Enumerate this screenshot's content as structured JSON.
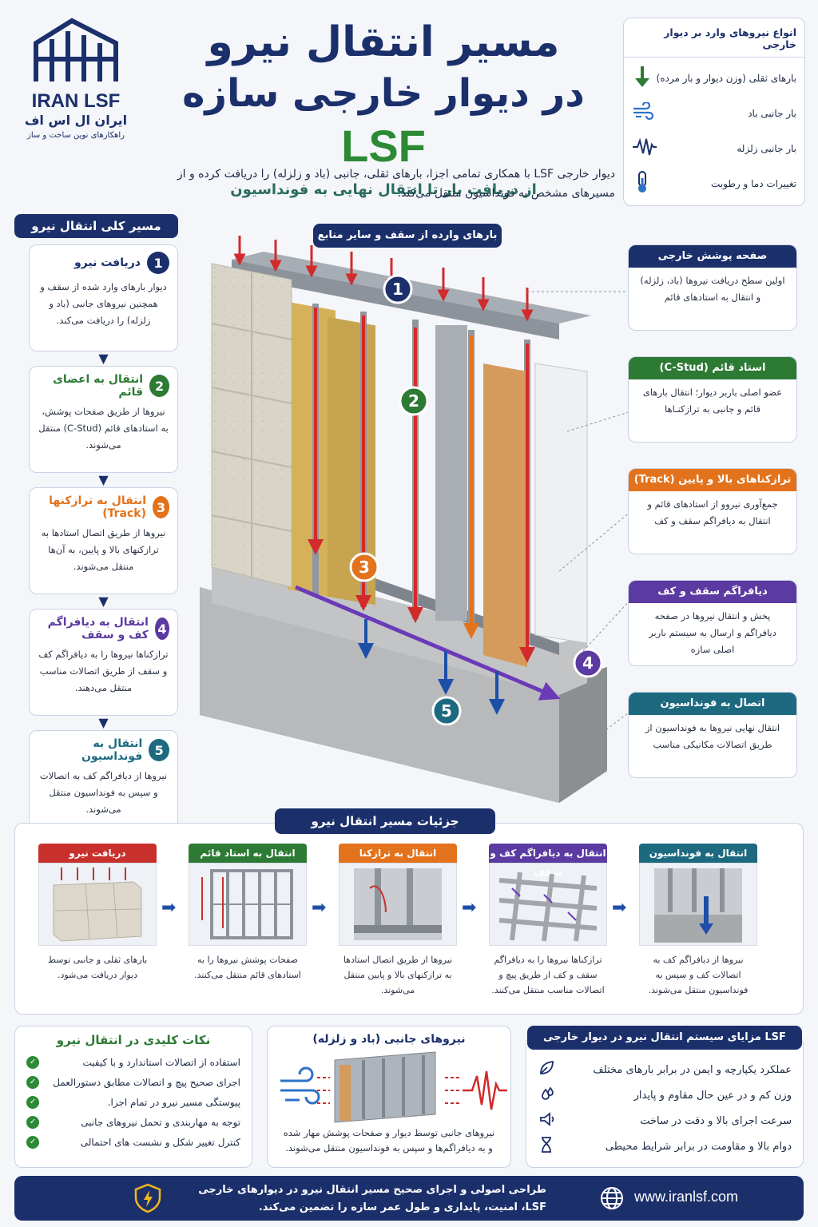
{
  "brand": {
    "name_en": "IRAN LSF",
    "name_fa": "ایران ال اس اف",
    "tagline": "راهکارهای نوین ساخت و ساز"
  },
  "header": {
    "title_line1": "مسیر انتقال نیرو",
    "title_line2": "در دیوار خارجی سازه",
    "title_lsf": "LSF",
    "subtitle": "از دریافت بار تا انتقال نهایی به فونداسیون",
    "intro": "دیوار خارجی LSF با همکاری تمامی اجزا، بارهای ثقلی، جانبی (باد و زلزله) را دریافت کرده و از مسیرهای مشخص به فونداسیون منتقل می‌کند."
  },
  "forces": {
    "title": "انواع نیروهای وارد بر دیوار خارجی",
    "items": [
      {
        "label": "بارهای ثقلی (وزن دیوار و بار مرده)",
        "icon": "down-arrow-icon"
      },
      {
        "label": "بار جانبی باد",
        "icon": "wind-icon"
      },
      {
        "label": "بار جانبی زلزله",
        "icon": "seismic-icon"
      },
      {
        "label": "تغییرات دما و رطوبت",
        "icon": "thermometer-icon"
      }
    ]
  },
  "path": {
    "title": "مسیر کلی انتقال نیرو",
    "steps": [
      {
        "n": "1",
        "title": "دریافت نیرو",
        "text": "دیوار بارهای وارد شده از سقف و همچنین نیروهای جانبی (باد و زلزله) را دریافت می‌کند.",
        "color": "#1b2f6b"
      },
      {
        "n": "2",
        "title": "انتقال به اعضای قائم",
        "text": "نیروها از طریق صفحات پوشش، به استادهای قائم (C-Stud) منتقل می‌شوند.",
        "color": "#2c7a34"
      },
      {
        "n": "3",
        "title": "انتقال به ترازکنها (Track)",
        "text": "نیروها از طریق اتصال استادها به ترازکنهای بالا و پایین، به آن‌ها منتقل می‌شوند.",
        "color": "#e2731c"
      },
      {
        "n": "4",
        "title": "انتقال به دیافراگم کف و سقف",
        "text": "ترازکناها نیروها را به دیافراگم کف و سقف از طریق اتصالات مناسب منتقل می‌دهند.",
        "color": "#5b3aa1"
      },
      {
        "n": "5",
        "title": "انتقال به فونداسیون",
        "text": "نیروها از دیافراگم کف به اتصالات و سپس به فونداسیون منتقل می‌شوند.",
        "color": "#1d6a80"
      }
    ]
  },
  "diagram": {
    "loads_label": "بارهای وارده از سقف و سایر منابع",
    "markers": [
      "1",
      "2",
      "3",
      "4",
      "5"
    ]
  },
  "components": [
    {
      "title": "صفحه پوشش خارجی",
      "text": "اولین سطح دریافت نیروها (باد، زلزله) و انتقال به استادهای قائم",
      "color": "#1b2f6b"
    },
    {
      "title": "استاد قائم (C-Stud)",
      "text": "عضو اصلی باربر دیوار؛ انتقال بارهای قائم و جانبی به ترازکنـاها",
      "color": "#2c7a34"
    },
    {
      "title": "ترازکناهای بالا و پایین (Track)",
      "text": "جمع‌آوری نیروو از استادهای قائم و انتقال به دیافراگم سقف و کف",
      "color": "#e2731c"
    },
    {
      "title": "دیافراگم سقف و کف",
      "text": "پخش و انتقال نیروها در صفحه دیافراگم و ارسال به سیستم باربر اصلی سازه",
      "color": "#5b3aa1"
    },
    {
      "title": "اتصال به فونداسیون",
      "text": "انتقال نهایی نیروها به فونداسیون از طریق اتصالات مکانیکی مناسب",
      "color": "#1d6a80"
    }
  ],
  "details": {
    "title": "جزئیات مسیر انتقال نیرو",
    "steps": [
      {
        "title": "دریافت نیرو",
        "text": "بارهای ثقلی و جانبی توسط دیوار دریافت می‌شود.",
        "color": "#c8312b"
      },
      {
        "title": "انتقال به استاد قائم",
        "text": "صفحات پوشش نیروها را به استادهای قائم منتقل می‌کنند.",
        "color": "#2c7a34"
      },
      {
        "title": "انتقال به ترازکنا",
        "text": "نیروها از طریق اتصال استادها به ترازکنهای بالا و پایین منتقل می‌شوند.",
        "color": "#e2731c"
      },
      {
        "title": "انتقال به دیافراگم کف و سقف",
        "text": "ترازکناها نیروها را به دیافراگم سقف و کف از طریق پیچ و اتصالات مناسب منتقل می‌کنند.",
        "color": "#5b3aa1"
      },
      {
        "title": "انتقال به فونداسیون",
        "text": "نیروها از دیافراگم کف به اتصالات کف و سپس به فونداسیون منتقل می‌شوند.",
        "color": "#1d6a80"
      }
    ]
  },
  "keypoints": {
    "title": "نکات کلیدی در انتقال نیرو",
    "items": [
      "استفاده از اتصالات استاندارد و با کیفیت",
      "اجرای صحیح پیچ و اتصالات مطابق دستورالعمل",
      "پیوستگی مسیر نیرو در تمام اجزا.",
      "توجه به مهاربندی و تحمل نیروهای جانبی",
      "کنترل تغییر شکل و نشست های احتمالی"
    ]
  },
  "lateral": {
    "title": "نیروهای جانبی (باد و زلزله)",
    "text": "نیروهای جانبی توسط دیوار و صفحات پوشش مهار شده و به دیافراگم‌ها و سپس به فونداسیون منتقل می‌شوند."
  },
  "advantages": {
    "title": "مزایای سیستم انتقال نیرو در دیوار خارجی LSF",
    "items": [
      {
        "label": "عملکرد یکپارچه و ایمن در برابر بارهای مختلف",
        "icon": "leaf-icon"
      },
      {
        "label": "وزن کم و در عین حال مقاوم و پایدار",
        "icon": "weight-icon"
      },
      {
        "label": "سرعت اجرای بالا و دقت در ساخت",
        "icon": "speed-icon"
      },
      {
        "label": "دوام بالا و مقاومت در برابر شرایط محیطی",
        "icon": "hourglass-icon"
      }
    ]
  },
  "footer": {
    "text": "طراحی اصولی و اجرای صحیح مسیر انتقال نیرو در دیوارهای خارجی LSF، امنیت، پایداری و طول عمر سازه را تضمین می‌کند.",
    "url": "www.iranlsf.com"
  }
}
